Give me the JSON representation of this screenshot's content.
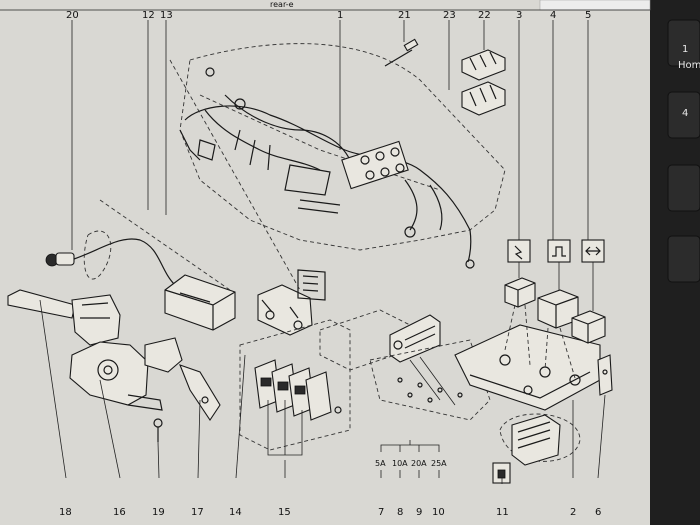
{
  "figure": {
    "top_labels": [
      "20",
      "12",
      "13",
      "1",
      "21",
      "23",
      "22",
      "3",
      "4",
      "5"
    ],
    "bottom_labels": [
      "18",
      "16",
      "19",
      "17",
      "14",
      "15",
      "7",
      "8",
      "9",
      "10",
      "11",
      "2",
      "6"
    ],
    "fuse_ratings": [
      "5A",
      "10A",
      "20A",
      "25A"
    ],
    "edge_text": {
      "corner_small": "rear-e",
      "keyboard_1": "1",
      "keyboard_home": "Hom",
      "keyboard_4": "4"
    }
  }
}
